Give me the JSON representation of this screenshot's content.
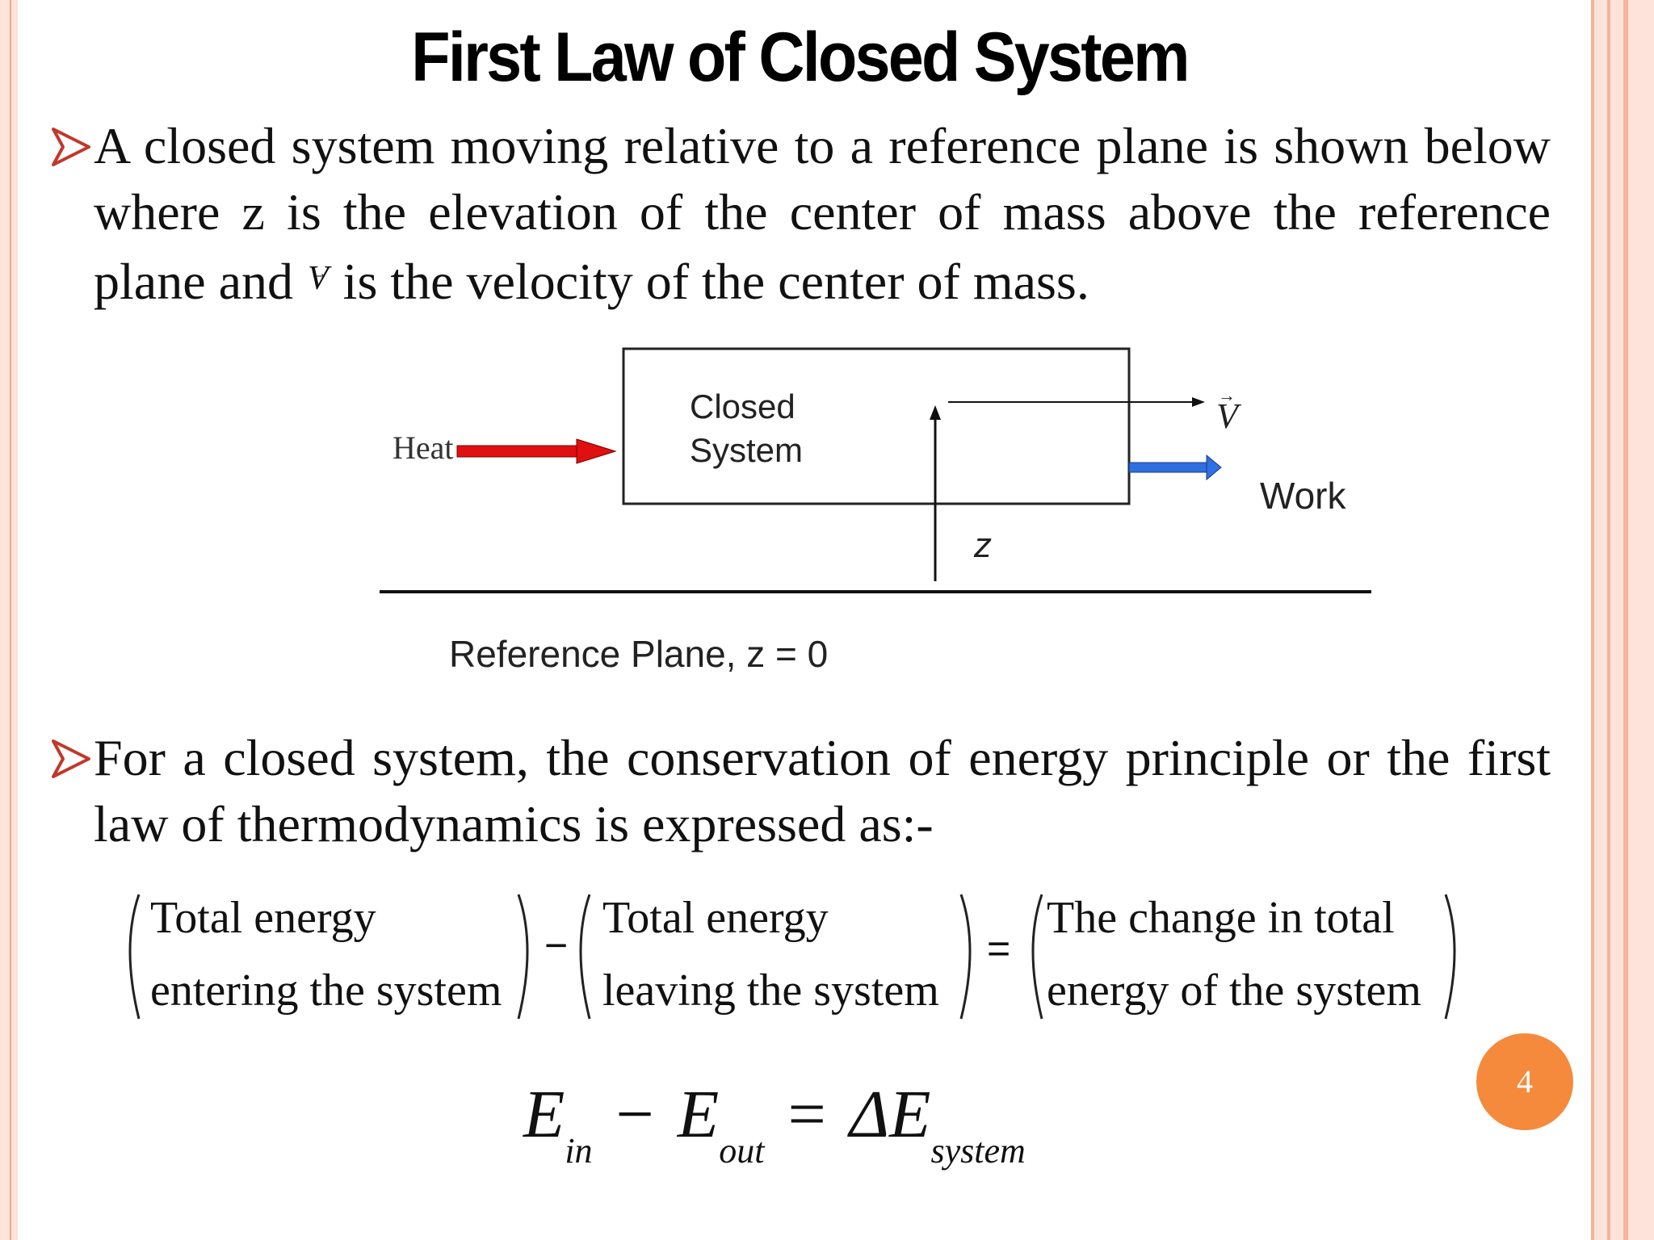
{
  "slide": {
    "title": "First Law of Closed System",
    "page_number": "4"
  },
  "bullets": [
    {
      "text_before": "A closed system moving relative to a reference plane is shown below where z is the elevation of the center of mass above the reference plane and",
      "symbol": "V",
      "text_after": "is the velocity of the center of mass."
    },
    {
      "text": "For a closed system, the conservation of energy principle or the first law of thermodynamics is expressed as:-"
    }
  ],
  "diagram": {
    "heat_label": "Heat",
    "box_label_line1": "Closed",
    "box_label_line2": "System",
    "velocity_label": "V",
    "work_label": "Work",
    "z_label": "z",
    "reference_label": "Reference Plane, z = 0",
    "colors": {
      "heat_arrow": "#e01010",
      "work_arrow": "#2f6fe0"
    }
  },
  "equation_words": {
    "term1_line1": "Total energy",
    "term1_line2": "entering the system",
    "minus": "−",
    "term2_line1": "Total energy",
    "term2_line2": "leaving the system",
    "equals": "=",
    "term3_line1": "The change in total",
    "term3_line2": "energy of the system"
  },
  "equation_symbols": {
    "e": "E",
    "in": "in",
    "minus": "−",
    "out": "out",
    "equals": "=",
    "delta_e": "ΔE",
    "system": "system"
  }
}
